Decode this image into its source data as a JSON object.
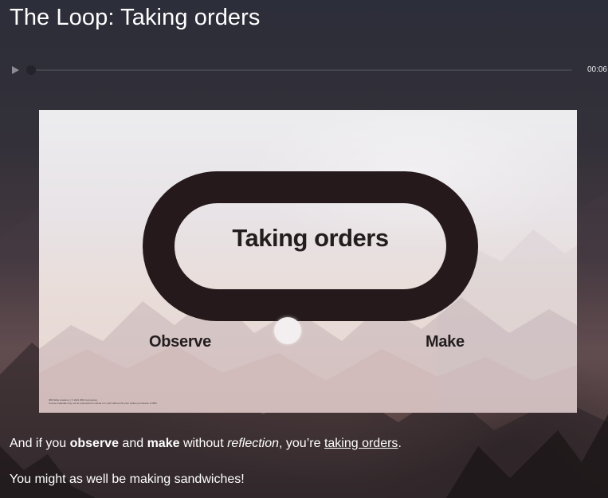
{
  "page": {
    "title": "The Loop: Taking orders"
  },
  "player": {
    "play_icon": "play-icon",
    "time": "00:06",
    "progress": 0.0
  },
  "slide": {
    "center_label": "Taking orders",
    "left_label": "Observe",
    "right_label": "Make",
    "footnote_line1": "IBM Skills Academy | © 2021 IBM Corporation",
    "footnote_line2": "Course materials may not be reproduced in whole or in part without the prior written permission of IBM."
  },
  "body": {
    "p1": {
      "t1": "And if you ",
      "b1": "observe",
      "t2": " and ",
      "b2": "make",
      "t3": " without ",
      "i1": "reflection",
      "t4": ", you’re ",
      "link": "taking orders",
      "t5": "."
    },
    "p2": "You might as well be making sandwiches!"
  }
}
